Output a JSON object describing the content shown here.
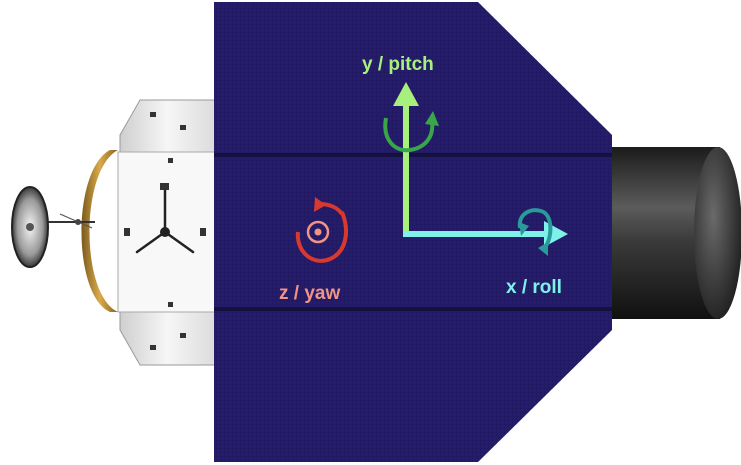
{
  "labels": {
    "y_axis": "y / pitch",
    "x_axis": "x / roll",
    "z_axis": "z / yaw"
  },
  "colors": {
    "panel": "#251d6b",
    "panel_seam": "#15113f",
    "pitch_axis": "#a8f07e",
    "pitch_rotation": "#3aa64a",
    "roll_axis": "#7ef2ea",
    "roll_rotation": "#2a9a9a",
    "yaw_axis": "#f29485",
    "yaw_rotation": "#d9382f"
  },
  "icons": [
    "clockwise-rotation-arrow-icon",
    "out-of-page-dot-icon",
    "antenna-dish-icon"
  ]
}
